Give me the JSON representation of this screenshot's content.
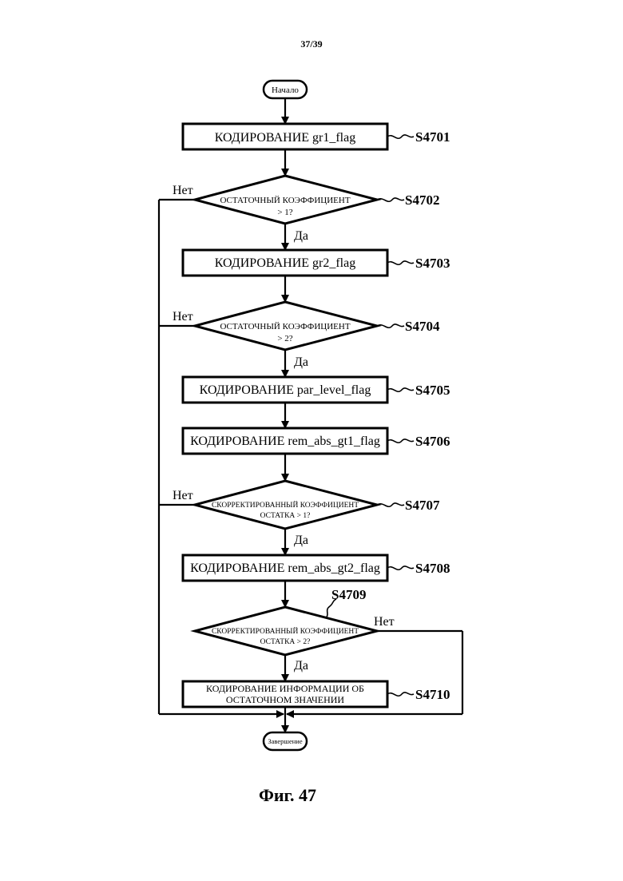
{
  "page_number": "37/39",
  "start_label": "Начало",
  "end_label": "Завершение",
  "yes_label": "Да",
  "no_label": "Нет",
  "figure_caption": "Фиг. 47",
  "steps": {
    "s4701": {
      "id": "S4701",
      "text": "КОДИРОВАНИЕ gr1_flag"
    },
    "s4702": {
      "id": "S4702",
      "line1": "ОСТАТОЧНЫЙ КОЭФФИЦИЕНТ",
      "line2": "> 1?"
    },
    "s4703": {
      "id": "S4703",
      "text": "КОДИРОВАНИЕ gr2_flag"
    },
    "s4704": {
      "id": "S4704",
      "line1": "ОСТАТОЧНЫЙ КОЭФФИЦИЕНТ",
      "line2": "> 2?"
    },
    "s4705": {
      "id": "S4705",
      "text": "КОДИРОВАНИЕ par_level_flag"
    },
    "s4706": {
      "id": "S4706",
      "text": "КОДИРОВАНИЕ rem_abs_gt1_flag"
    },
    "s4707": {
      "id": "S4707",
      "line1": "СКОРРЕКТИРОВАННЫЙ КОЭФФИЦИЕНТ",
      "line2": "ОСТАТКА > 1?"
    },
    "s4708": {
      "id": "S4708",
      "text": "КОДИРОВАНИЕ rem_abs_gt2_flag"
    },
    "s4709": {
      "id": "S4709",
      "line1": "СКОРРЕКТИРОВАННЫЙ КОЭФФИЦИЕНТ",
      "line2": "ОСТАТКА > 2?"
    },
    "s4710": {
      "id": "S4710",
      "line1": "КОДИРОВАНИЕ ИНФОРМАЦИИ ОБ",
      "line2": "ОСТАТОЧНОМ ЗНАЧЕНИИ"
    }
  }
}
